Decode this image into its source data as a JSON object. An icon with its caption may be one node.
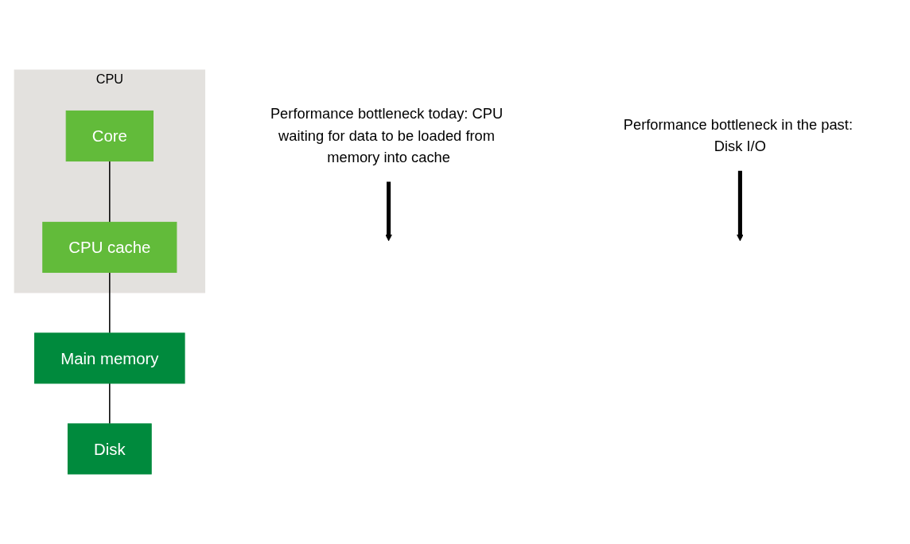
{
  "diagram": {
    "nodes": [
      {
        "text": [
          "CPU"
        ]
      },
      {
        "text": [
          "Core"
        ],
        "in": 0
      },
      {
        "text": [
          "CPU cache"
        ],
        "in": 0
      },
      {
        "text": [
          "Main memory"
        ]
      },
      {
        "text": [
          "Disk"
        ]
      },
      {
        "text": [
          "Performance bottleneck today: CPU waiting for data to be loaded from memory into cache"
        ]
      },
      {
        "text": [
          "Performance bottleneck in the past: Disk I/O"
        ]
      }
    ],
    "edges": [
      {
        "from": 1,
        "to": 2,
        "arrow": "none"
      },
      {
        "from": 2,
        "to": 3,
        "arrow": "none"
      },
      {
        "from": 3,
        "to": 4,
        "arrow": "none"
      },
      {
        "from": 5,
        "to": null,
        "arrow": "to",
        "style": "thick"
      },
      {
        "from": 6,
        "to": null,
        "arrow": "to",
        "style": "thick"
      }
    ]
  }
}
